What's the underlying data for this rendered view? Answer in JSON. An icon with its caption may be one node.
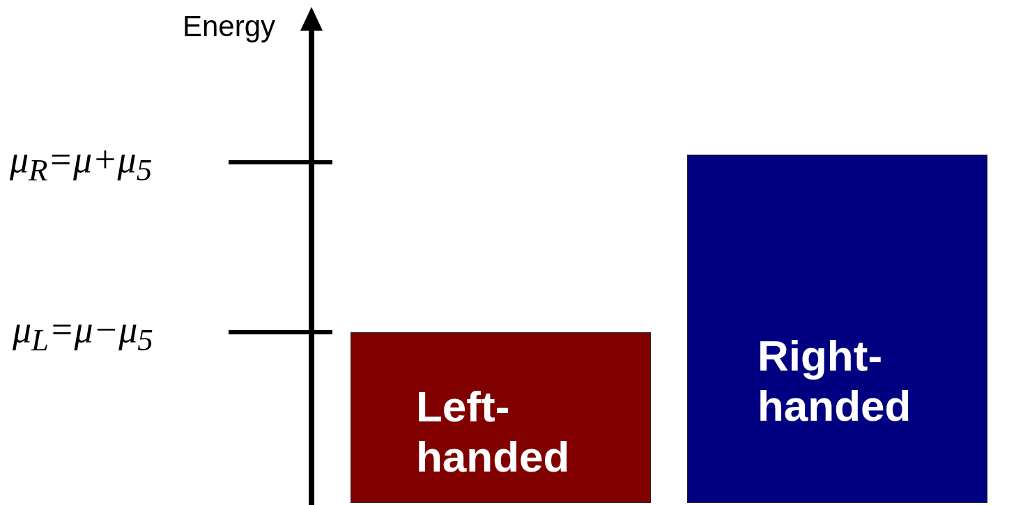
{
  "diagram": {
    "nodes": [
      {
        "text": [
          "Left-handed"
        ]
      },
      {
        "text": [
          "Right-handed"
        ]
      }
    ],
    "edges": [],
    "labels": [
      "Energy",
      "μ$_{R}$=μ+μ$_{5}$",
      "μ$_{L}$=μ−μ$_{5}$"
    ]
  }
}
